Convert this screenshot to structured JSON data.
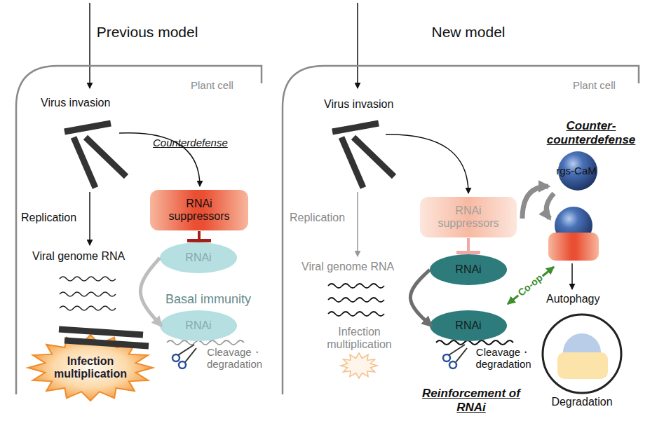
{
  "diagram": {
    "nodes": [
      {
        "text": [
          "Plant cell"
        ]
      },
      {
        "text": [
          "RNAi suppressors"
        ],
        "in": 0
      },
      {
        "text": [
          "RNAi"
        ],
        "in": 0
      },
      {
        "text": [
          "RNAi"
        ],
        "in": 0
      },
      {
        "text": [
          "Infection multiplication"
        ],
        "in": 0
      },
      {
        "text": [
          "Plant cell"
        ]
      },
      {
        "text": [
          "RNAi suppressors"
        ],
        "in": 5
      },
      {
        "text": [
          "rgs-CaM"
        ],
        "in": 5
      },
      {
        "text": [
          "RNAi"
        ],
        "in": 5
      },
      {
        "text": [
          "RNAi"
        ],
        "in": 5
      },
      {
        "text": [
          "Degradation"
        ],
        "in": 5
      }
    ],
    "edges": [
      {
        "from": 1,
        "to": 2,
        "arrow": "to"
      },
      {
        "from": 2,
        "to": 3,
        "arrow": "to"
      },
      {
        "from": 6,
        "to": 8,
        "arrow": "to"
      },
      {
        "from": 8,
        "to": 9,
        "arrow": "to"
      }
    ],
    "labels": [
      "Previous model",
      "New model",
      "Virus invasion",
      "Counterdefense",
      "Replication",
      "Viral genome RNA",
      "Basal immunity",
      "Cleavage・ degradation",
      "Virus invasion",
      "Replication",
      "Viral genome RNA",
      "Infection multiplication",
      "Counter- counterdefense",
      "Co-op",
      "Autophagy",
      "Cleavage・ degradation",
      "Reinforcement of RNAi"
    ]
  }
}
